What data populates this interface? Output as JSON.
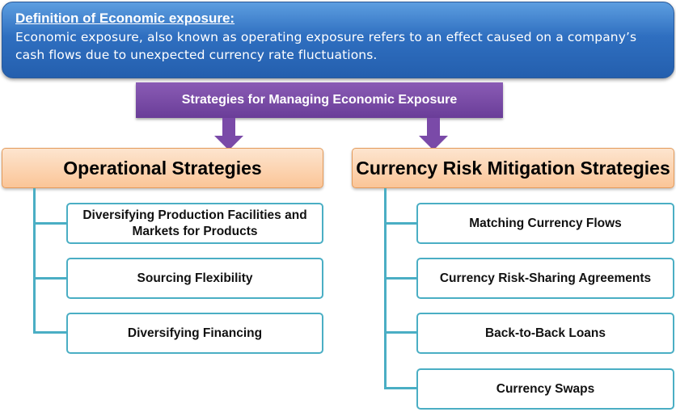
{
  "definition": {
    "title": "Definition of Economic exposure:",
    "body": "Economic exposure, also known as operating exposure refers to an effect caused on a company’s cash flows due to unexpected currency rate fluctuations."
  },
  "root": "Strategies for Managing Economic Exposure",
  "operational": {
    "title": "Operational Strategies",
    "items": [
      "Diversifying Production Facilities and Markets for Products",
      "Sourcing Flexibility",
      "Diversifying Financing"
    ]
  },
  "currency": {
    "title": "Currency Risk Mitigation Strategies",
    "items": [
      "Matching Currency Flows",
      "Currency Risk-Sharing Agreements",
      "Back-to-Back Loans",
      "Currency Swaps"
    ]
  },
  "colors": {
    "blue": "#2f6fc0",
    "purple": "#6a3d98",
    "orange": "#fbc597",
    "connector": "#4aaec4"
  }
}
